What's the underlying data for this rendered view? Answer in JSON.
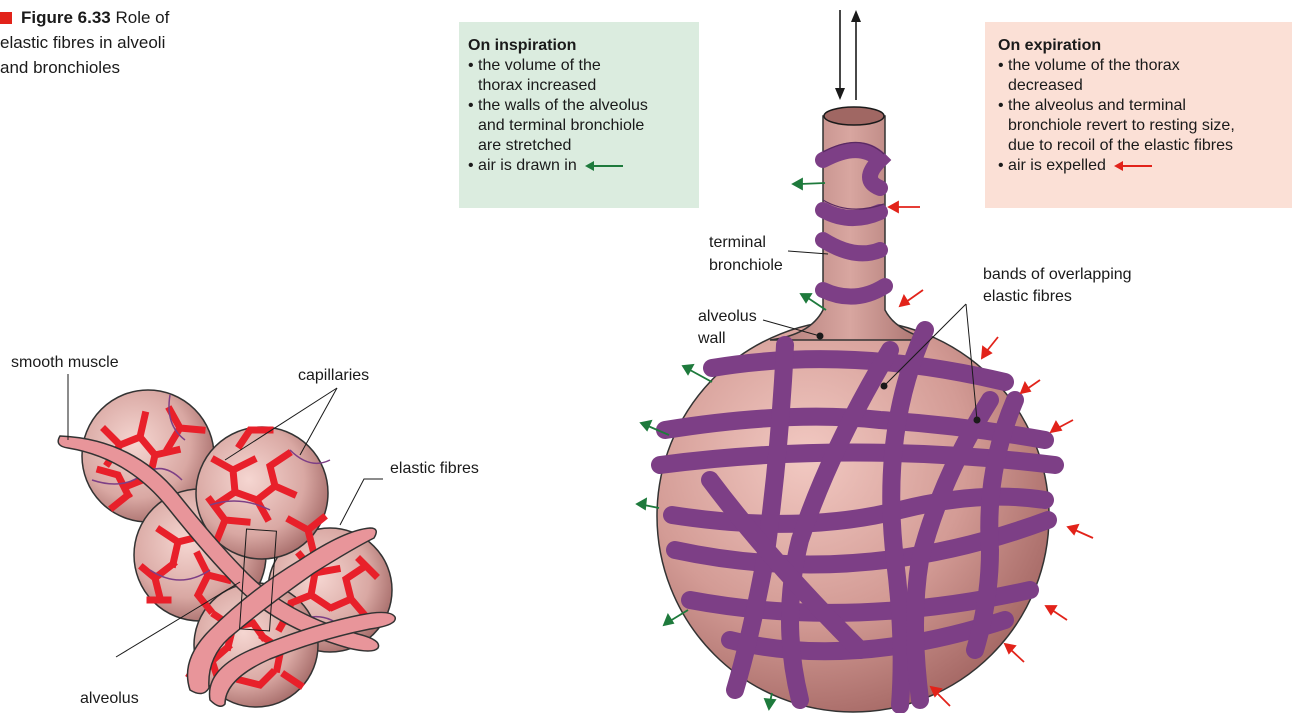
{
  "caption": {
    "figure_number": "Figure 6.33",
    "title_line1": "Role of",
    "title_line2": "elastic fibres in alveoli",
    "title_line3": "and bronchioles"
  },
  "inspiration": {
    "heading": "On inspiration",
    "points": [
      "• the volume of the",
      "thorax increased",
      "• the walls of the alveolus",
      "and terminal bronchiole",
      "are stretched",
      "• air is drawn in"
    ],
    "arrow_color": "#1e7a3c"
  },
  "expiration": {
    "heading": "On expiration",
    "points": [
      "• the volume of the thorax",
      "decreased",
      "• the alveolus and terminal",
      "bronchiole revert to resting size,",
      "due to recoil of the elastic fibres",
      "• air is expelled"
    ],
    "arrow_color": "#e2231a"
  },
  "labels": {
    "smooth_muscle": "smooth muscle",
    "capillaries": "capillaries",
    "elastic_fibres": "elastic fibres",
    "alveolus": "alveolus",
    "terminal_bronchiole_1": "terminal",
    "terminal_bronchiole_2": "bronchiole",
    "alveolus_wall_1": "alveolus",
    "alveolus_wall_2": "wall",
    "bands_1": "bands of overlapping",
    "bands_2": "elastic fibres"
  },
  "colors": {
    "fibre": "#7d3f86",
    "capillary": "#e8202a",
    "alveolus_fill": "#d9a09a",
    "muscle": "#e8959a"
  }
}
